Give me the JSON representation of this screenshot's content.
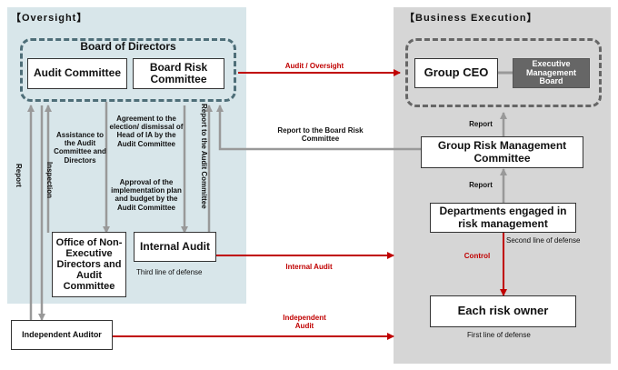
{
  "oversight": {
    "title": "【Oversight】",
    "board_title": "Board of Directors",
    "audit_committee": "Audit Committee",
    "board_risk_committee": "Board Risk Committee",
    "office_ned": "Office of Non-Executive Directors and Audit Committee",
    "internal_audit": "Internal Audit",
    "third_line": "Third line of defense",
    "independent_auditor": "Independent Auditor"
  },
  "execution": {
    "title": "【Business Execution】",
    "group_ceo": "Group CEO",
    "executive_board": "Executive Management Board",
    "grmc": "Group Risk Management Committee",
    "departments": "Departments engaged in risk management",
    "second_line": "Second line of defense",
    "risk_owner": "Each risk owner",
    "first_line": "First line of defense"
  },
  "labels": {
    "audit_oversight": "Audit / Oversight",
    "report_to_brc": "Report to the Board Risk Committee",
    "internal_audit_arrow": "Internal Audit",
    "independent_audit": "Independent Audit",
    "report_grmc": "Report",
    "report_dept": "Report",
    "control": "Control",
    "report_left": "Report",
    "inspection": "Inspection",
    "assistance": "Assistance to the Audit Committee and Directors",
    "agreement": "Agreement to the election/ dismissal of Head of IA by the Audit Committee",
    "approval": "Approval of the implementation plan and budget by the Audit Committee",
    "report_to_audit_committee": "Report to the Audit Committee"
  },
  "colors": {
    "red": "#c00000",
    "gray_arrow": "#999999",
    "oversight_bg": "#d8e6ea",
    "execution_bg": "#d6d6d6"
  }
}
